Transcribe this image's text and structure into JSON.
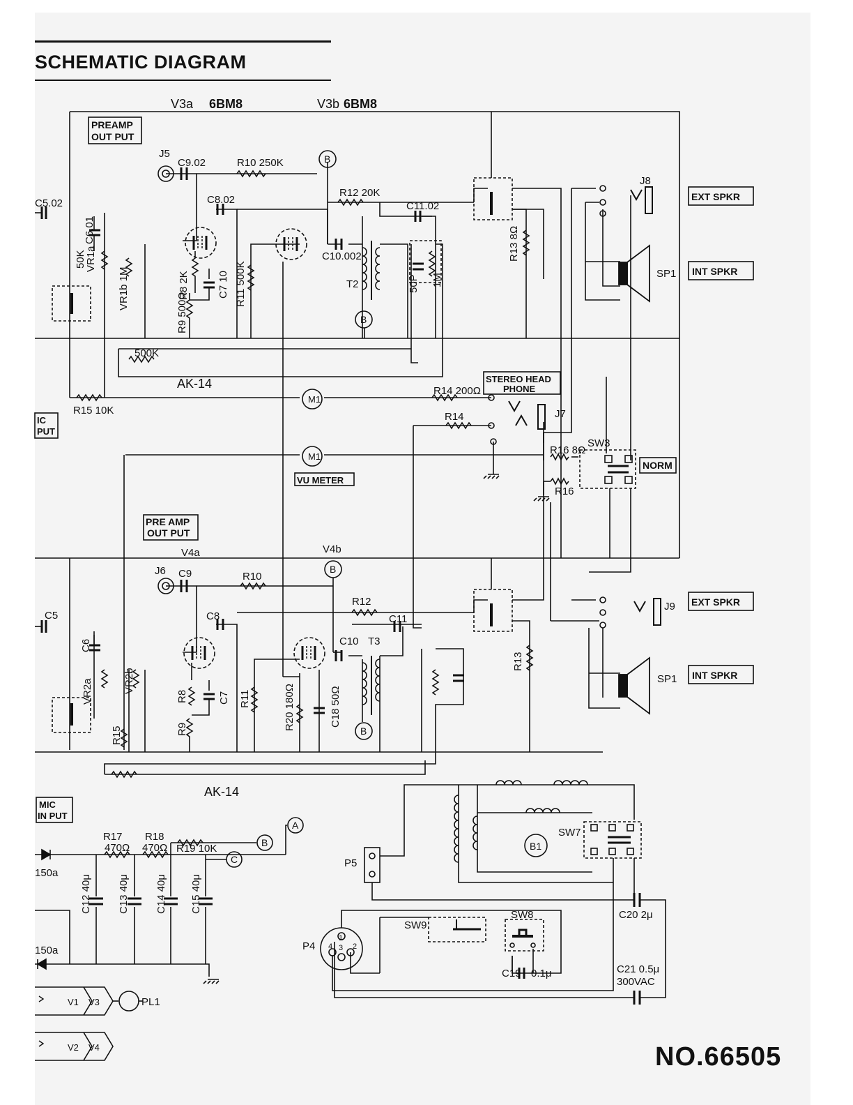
{
  "title": "SCHEMATIC DIAGRAM",
  "document_number": "NO.66505",
  "channel_1": {
    "tube_labels": [
      "V3a",
      "6BM8",
      "V3b",
      "6BM8"
    ],
    "preamp_output_box": [
      "PREAMP",
      "OUT PUT"
    ],
    "jack": "J5",
    "parts": {
      "c9": "C9.02",
      "r10": "R10 250K",
      "r12": "R12 20K",
      "c8": "C8.02",
      "c11": "C11.02",
      "c5": "C5.02",
      "c6": "C6.01",
      "vr1a": "VR1a",
      "vr1a_val": "50K",
      "vr1b": "VR1b 1M",
      "r8": "R8 2K",
      "r9": "R9 500Ω",
      "c7": "C7 10",
      "r11": "R11 500K",
      "c10": "C10.002",
      "t2": "T2",
      "c50p": "50P",
      "r1m": "1M",
      "r13": "R13 8Ω",
      "j8": "J8",
      "sp1": "SP1",
      "r500k": "500K",
      "ak14": "AK-14",
      "r15": "R15 10K",
      "r14": "R14 200Ω",
      "r14b": "R14",
      "j7": "J7",
      "r16a": "R16 8Ω",
      "r16b": "R16",
      "sw3": "SW3"
    },
    "ext_spkr": "EXT SPKR",
    "int_spkr": "INT SPKR",
    "stereo_headphone": [
      "STEREO HEAD",
      "PHONE"
    ],
    "norm": "NORM",
    "meter": "M1",
    "vu_meter": "VU METER",
    "node_b": "B"
  },
  "left_edge_fragments": [
    "IC",
    "PUT"
  ],
  "channel_2": {
    "preamp_output_box": [
      "PRE AMP",
      "OUT PUT"
    ],
    "tube_labels": [
      "V4a",
      "V4b"
    ],
    "jack": "J6",
    "parts": {
      "c9": "C9",
      "r10": "R10",
      "r12": "R12",
      "c8": "C8",
      "c11": "C11",
      "c5": "C5",
      "c6": "C6",
      "vr2a": "VR2a",
      "vr2b": "VR2b",
      "r8": "R8",
      "r9": "R9",
      "c7": "C7",
      "r11": "R11",
      "r20": "R20 180Ω",
      "c18": "C18 50Ω",
      "c10": "C10",
      "t3": "T3",
      "r13": "R13",
      "r15": "R15",
      "j9": "J9",
      "sp1": "SP1",
      "ak14": "AK-14"
    },
    "ext_spkr": "EXT SPKR",
    "int_spkr": "INT SPKR"
  },
  "power_supply": {
    "mic_input_box": [
      "MIC",
      "IN PUT"
    ],
    "r17": "R17",
    "r17_val": "470Ω",
    "r18": "R18",
    "r18_val": "470Ω",
    "r19": "R19 10K",
    "node_a": "A",
    "node_b": "B",
    "node_c": "C",
    "diode_1": "150a",
    "diode_2": "150a",
    "c12": "C12 40μ",
    "c13": "C13 40μ",
    "c14": "C14 40μ",
    "c15": "C15 40μ",
    "p5": "P5",
    "b1": "B1",
    "sw7": "SW7",
    "c20": "C20 2μ",
    "p4": "P4",
    "pins": [
      "1",
      "4",
      "3",
      "2"
    ],
    "sw9": "SW9",
    "sw8": "SW8",
    "c19": "C19",
    "c19_val": "0.1μ",
    "c21": "C21 0.5μ",
    "c21_rating": "300VAC",
    "heaters": [
      "V1",
      "V3",
      "V2",
      "V4"
    ],
    "pl1": "PL1"
  }
}
